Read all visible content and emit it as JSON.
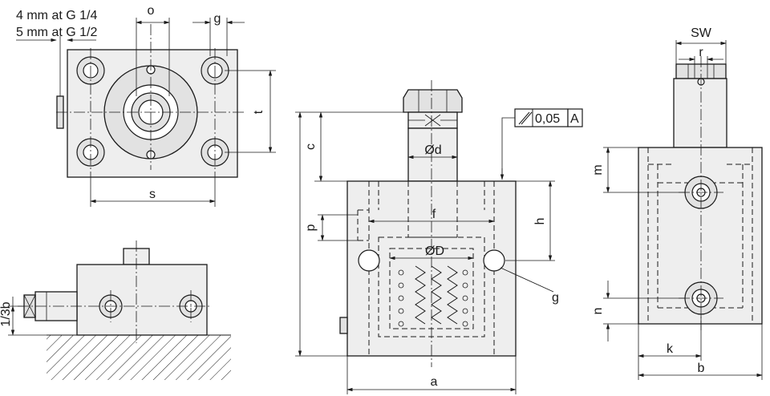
{
  "labels": {
    "thread_note_1": "4 mm at G 1/4",
    "thread_note_2": "5 mm at G 1/2",
    "o": "o",
    "g_top": "g",
    "t": "t",
    "s": "s",
    "one_third_b": "1/3b",
    "c": "c",
    "d_small": "Ød",
    "tolerance_value": "0,05",
    "datum": "A",
    "f": "f",
    "p": "p",
    "h": "h",
    "D_big": "ØD",
    "g_right": "g",
    "a": "a",
    "sw": "SW",
    "r": "r",
    "m": "m",
    "n": "n",
    "k": "k",
    "b": "b"
  }
}
